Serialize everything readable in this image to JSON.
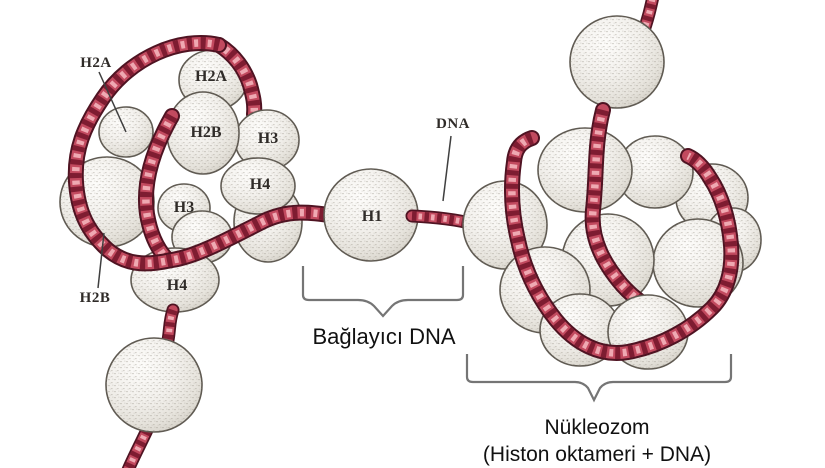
{
  "diagram": {
    "labels": {
      "h2a_outer": "H2A",
      "h2a_sphere": "H2A",
      "h2b_sphere": "H2B",
      "h3_sphere": "H3",
      "h4_sphere": "H4",
      "h3_inner": "H3",
      "h2b_outer": "H2B",
      "h4_lower": "H4",
      "h1_sphere": "H1",
      "dna": "DNA"
    },
    "annotations": {
      "linker_dna": "Bağlayıcı DNA",
      "nucleosome_title": "Nükleozom",
      "nucleosome_subtitle": "(Histon oktameri + DNA)"
    },
    "colors": {
      "background": "#ffffff",
      "dna_outline": "#4f1322",
      "dna_mid": "#c24a5f",
      "dna_dark_band": "#7e1c31",
      "dna_highlight": "#efa9b2",
      "sphere_fill": "#f1efeb",
      "sphere_outline": "#5f5a52",
      "label_text": "#2f2b28",
      "annotation_text": "#111111",
      "brace": "#757575"
    }
  }
}
